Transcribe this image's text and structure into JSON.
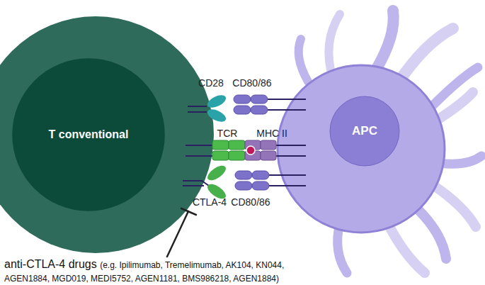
{
  "diagram": {
    "nodes": [
      {
        "text": [
          "T conventional"
        ]
      },
      {
        "text": [
          "APC"
        ]
      }
    ],
    "labels": [
      "CD28",
      "CD80/86",
      "TCR",
      "MHC II",
      "CTLA-4",
      "CD80/86",
      "anti-CTLA-4 drugs",
      "(e.g. Ipilimumab, Tremelimumab, AK104, KN044, AGEN1884, MGD019, MEDI5752, AGEN1181, BMS986218, AGEN1884)"
    ]
  }
}
